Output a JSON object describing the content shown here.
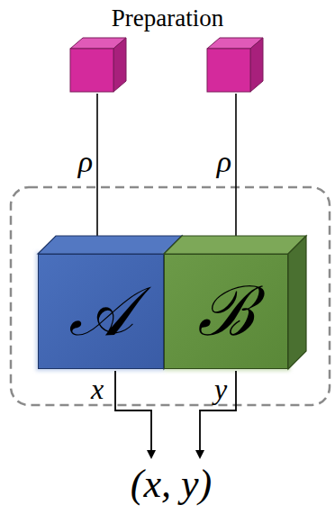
{
  "diagram": {
    "nodes": [
      {
        "text": [
          "𝒜"
        ]
      },
      {
        "text": [
          "ℬ"
        ]
      }
    ],
    "labels": [
      "Preparation",
      "ρ",
      "ρ",
      "x",
      "y",
      "(x, y)"
    ]
  }
}
